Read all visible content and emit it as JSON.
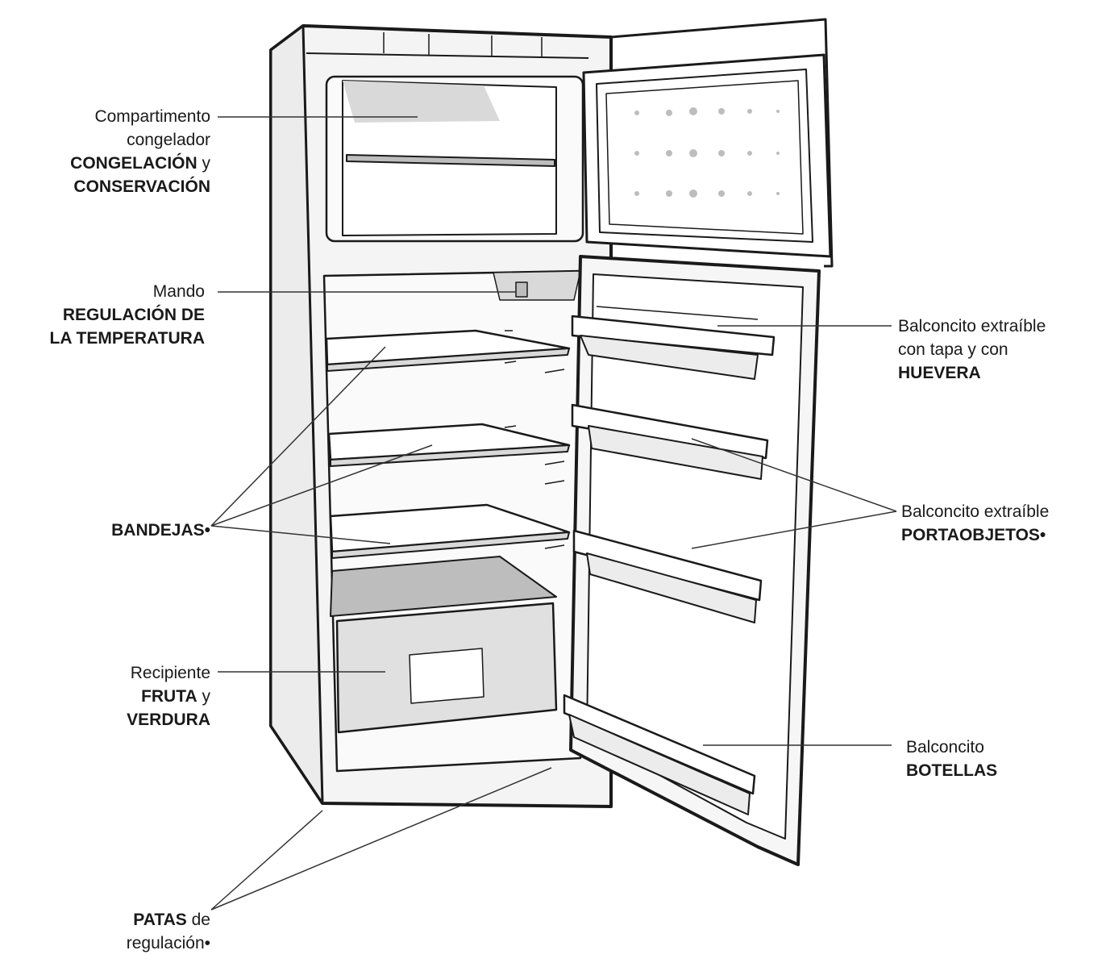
{
  "labels": {
    "freezer": {
      "line1": "Compartimento",
      "line2": "congelador",
      "bold1": "CONGELACIÓN",
      "conj1": " y",
      "bold2": "CONSERVACIÓN"
    },
    "thermostat": {
      "line1": "Mando",
      "bold1": "REGULACIÓN DE",
      "bold2": "LA TEMPERATURA"
    },
    "shelves": {
      "bold1": "BANDEJAS•"
    },
    "crisper": {
      "line1": "Recipiente",
      "bold1": "FRUTA",
      "conj1": " y",
      "bold2": "VERDURA"
    },
    "feet": {
      "bold1": "PATAS",
      "conj1": " de",
      "line2": "regulación•"
    },
    "egg_shelf": {
      "line1": "Balconcito extraíble",
      "line2": "con tapa y con",
      "bold1": "HUEVERA"
    },
    "door_shelves": {
      "line1": "Balconcito extraíble",
      "bold1": "PORTAOBJETOS•"
    },
    "bottle_shelf": {
      "line1": "Balconcito",
      "bold1": "BOTELLAS"
    }
  },
  "colors": {
    "outline": "#1a1a1a",
    "shade": "#d9d9d9",
    "shade_dark": "#bdbdbd",
    "leader": "#333333"
  }
}
